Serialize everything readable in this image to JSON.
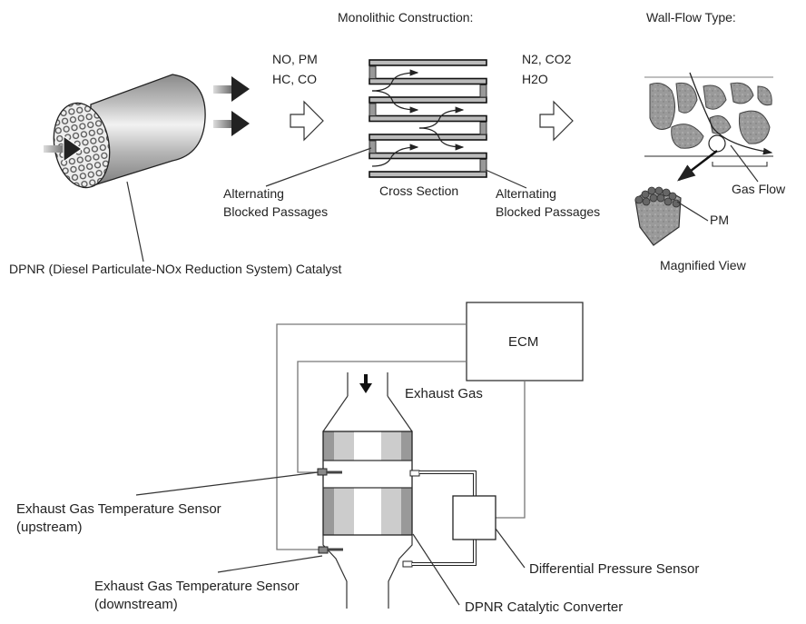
{
  "top": {
    "monolithic_title": "Monolithic Construction:",
    "wallflow_title": "Wall-Flow Type:",
    "inputs_line1": "NO, PM",
    "inputs_line2": "HC, CO",
    "outputs_line1": "N2, CO2",
    "outputs_line2": "H2O",
    "alt_left_line1": "Alternating",
    "alt_left_line2": "Blocked Passages",
    "cross_section": "Cross Section",
    "alt_right_line1": "Alternating",
    "alt_right_line2": "Blocked Passages",
    "gas_flow": "Gas Flow",
    "pm": "PM",
    "magnified_view": "Magnified View",
    "catalyst_label": "DPNR (Diesel Particulate-NOx Reduction System) Catalyst"
  },
  "bottom": {
    "ecm": "ECM",
    "exhaust_gas": "Exhaust Gas",
    "temp_up_line1": "Exhaust Gas Temperature Sensor",
    "temp_up_line2": "(upstream)",
    "temp_down_line1": "Exhaust Gas Temperature Sensor",
    "temp_down_line2": "(downstream)",
    "diff_pressure": "Differential Pressure Sensor",
    "converter": "DPNR Catalytic Converter"
  }
}
